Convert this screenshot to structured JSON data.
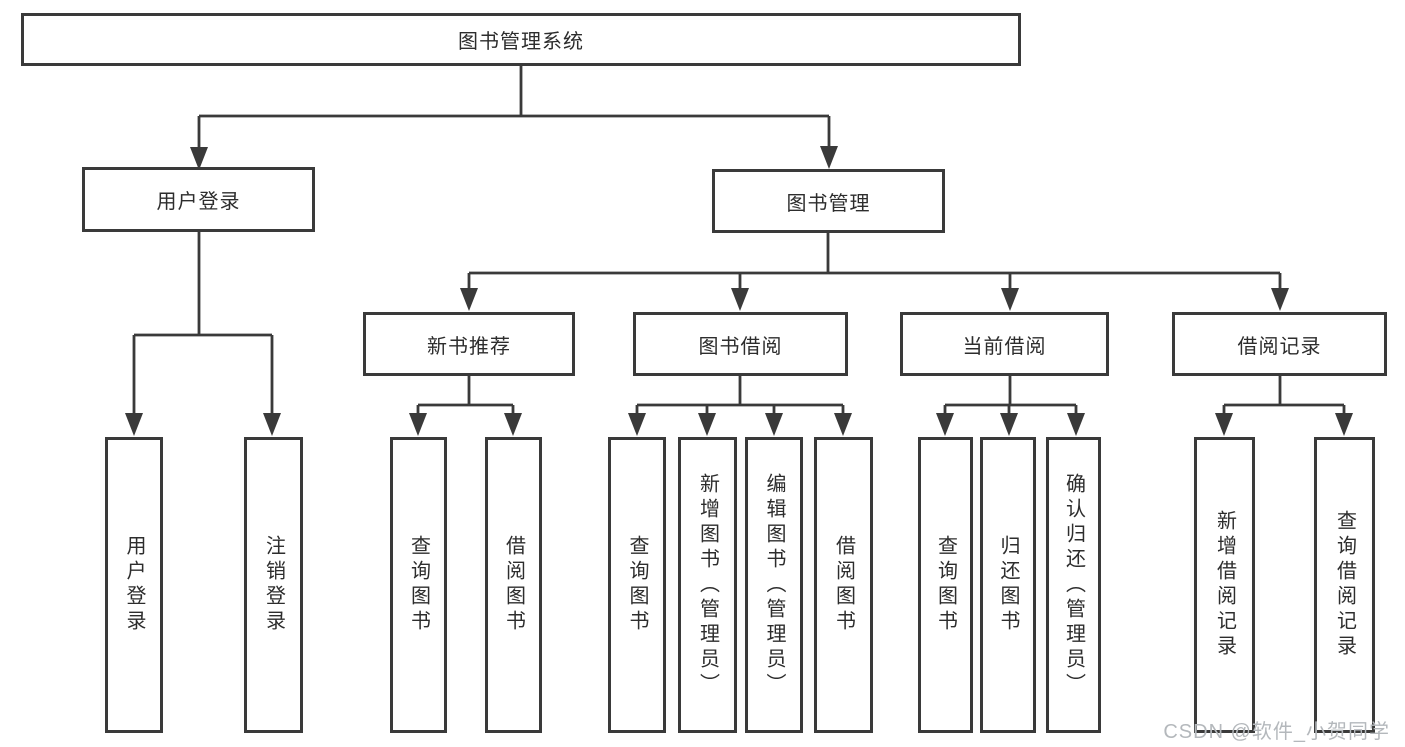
{
  "nodes": {
    "root": "图书管理系统",
    "login": {
      "label": "用户登录",
      "leaves": [
        "用户登录",
        "注销登录"
      ]
    },
    "mgmt": {
      "label": "图书管理"
    },
    "groups": [
      {
        "label": "新书推荐",
        "leaves": [
          "查询图书",
          "借阅图书"
        ]
      },
      {
        "label": "图书借阅",
        "leaves": [
          "查询图书",
          "新增图书（管理员）",
          "编辑图书（管理员）",
          "借阅图书"
        ]
      },
      {
        "label": "当前借阅",
        "leaves": [
          "查询图书",
          "归还图书",
          "确认归还（管理员）"
        ]
      },
      {
        "label": "借阅记录",
        "leaves": [
          "新增借阅记录",
          "查询借阅记录"
        ]
      }
    ]
  },
  "watermark": "CSDN @软件_小贺同学",
  "colors": {
    "line": "#3a3a3a",
    "text": "#2d2d2d",
    "watermark": "#b4b8bc",
    "background": "#ffffff"
  }
}
